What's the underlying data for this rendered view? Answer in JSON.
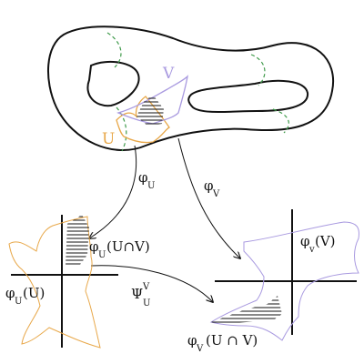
{
  "labels": {
    "U": "U",
    "V": "V",
    "phi_U_arrow": "φ",
    "phi_U_arrow_sub": "U",
    "phi_V_arrow": "φ",
    "phi_V_arrow_sub": "V",
    "phi_U_of_UV": "φ",
    "phi_U_of_UV_sub": "U",
    "phi_U_of_UV_arg": "(U∩V)",
    "phi_U_of_U": "φ",
    "phi_U_of_U_sub": "U",
    "phi_U_of_U_arg": "(U)",
    "transition": "Ψ",
    "transition_sup": "V",
    "transition_sub": "U",
    "phi_v_of_V": "φ",
    "phi_v_of_V_sub": "v",
    "phi_v_of_V_arg": "(V)",
    "phi_V_of_UV": "φ",
    "phi_V_of_UV_sub": "V",
    "phi_V_of_UV_arg": "(U ∩ V)"
  },
  "colors": {
    "U": "#e8a84a",
    "V": "#a99ae0",
    "seam": "#3f9a4a",
    "ink": "#111111"
  }
}
